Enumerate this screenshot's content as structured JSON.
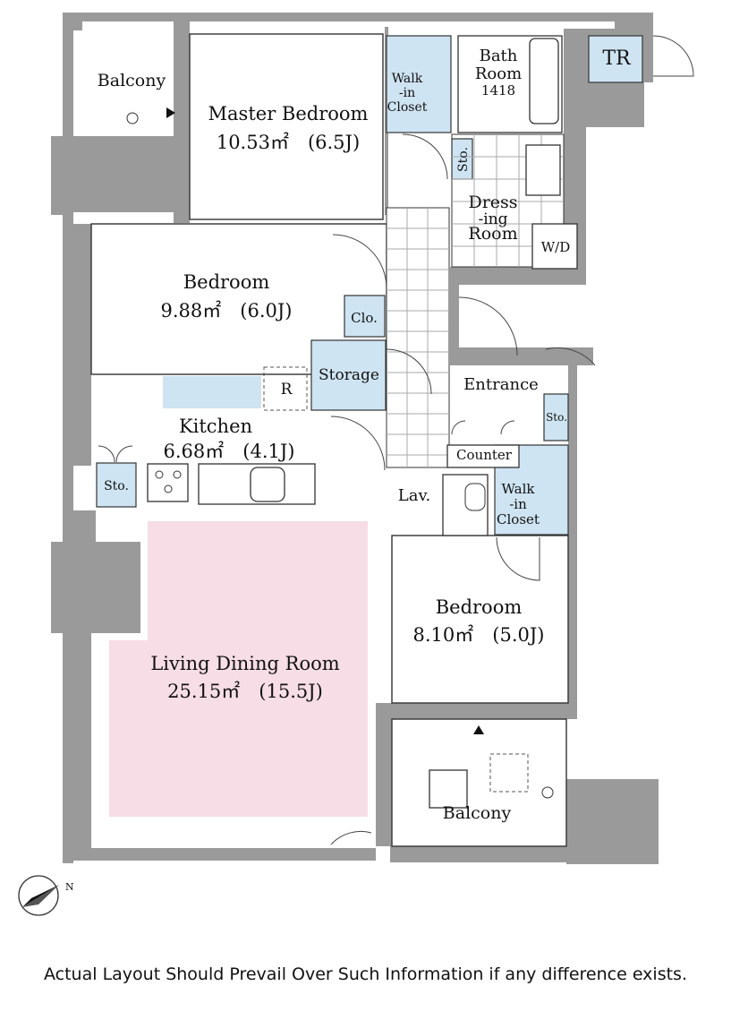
{
  "rooms": {
    "balcony_top": {
      "name": "Balcony"
    },
    "master_bedroom": {
      "name": "Master Bedroom",
      "area": "10.53㎡　(6.5J)"
    },
    "walk_in_closet_top": {
      "line1": "Walk",
      "line2": "-in",
      "line3": "Closet"
    },
    "bath_room": {
      "line1": "Bath",
      "line2": "Room",
      "line3": "1418"
    },
    "tr": {
      "name": "TR"
    },
    "sto_top": {
      "name": "Sto."
    },
    "dressing_room": {
      "line1": "Dress",
      "line2": "-ing",
      "line3": "Room"
    },
    "wd": {
      "name": "W/D"
    },
    "bedroom_mid": {
      "name": "Bedroom",
      "area": "9.88㎡　(6.0J)"
    },
    "clo": {
      "name": "Clo."
    },
    "storage": {
      "name": "Storage"
    },
    "r": {
      "name": "R"
    },
    "entrance": {
      "name": "Entrance"
    },
    "sto_entrance": {
      "name": "Sto."
    },
    "counter": {
      "name": "Counter"
    },
    "kitchen": {
      "name": "Kitchen",
      "area": "6.68㎡　(4.1J)"
    },
    "sto_kitchen": {
      "name": "Sto."
    },
    "lav": {
      "name": "Lav."
    },
    "walk_in_closet_bottom": {
      "line1": "Walk",
      "line2": "-in",
      "line3": "Closet"
    },
    "bedroom_bottom": {
      "name": "Bedroom",
      "area": "8.10㎡　(5.0J)"
    },
    "living_dining": {
      "name": "Living Dining Room",
      "area": "25.15㎡　(15.5J)"
    },
    "balcony_bottom": {
      "name": "Balcony"
    }
  },
  "compass": {
    "icon": "north-arrow-icon",
    "letter": "N"
  },
  "disclaimer": "Actual Layout Should Prevail Over Such Information if any difference exists.",
  "colors": {
    "wall": "#9a9a9a",
    "closet": "#cfe4f2",
    "living": "#f7dde6",
    "line": "#333333"
  }
}
